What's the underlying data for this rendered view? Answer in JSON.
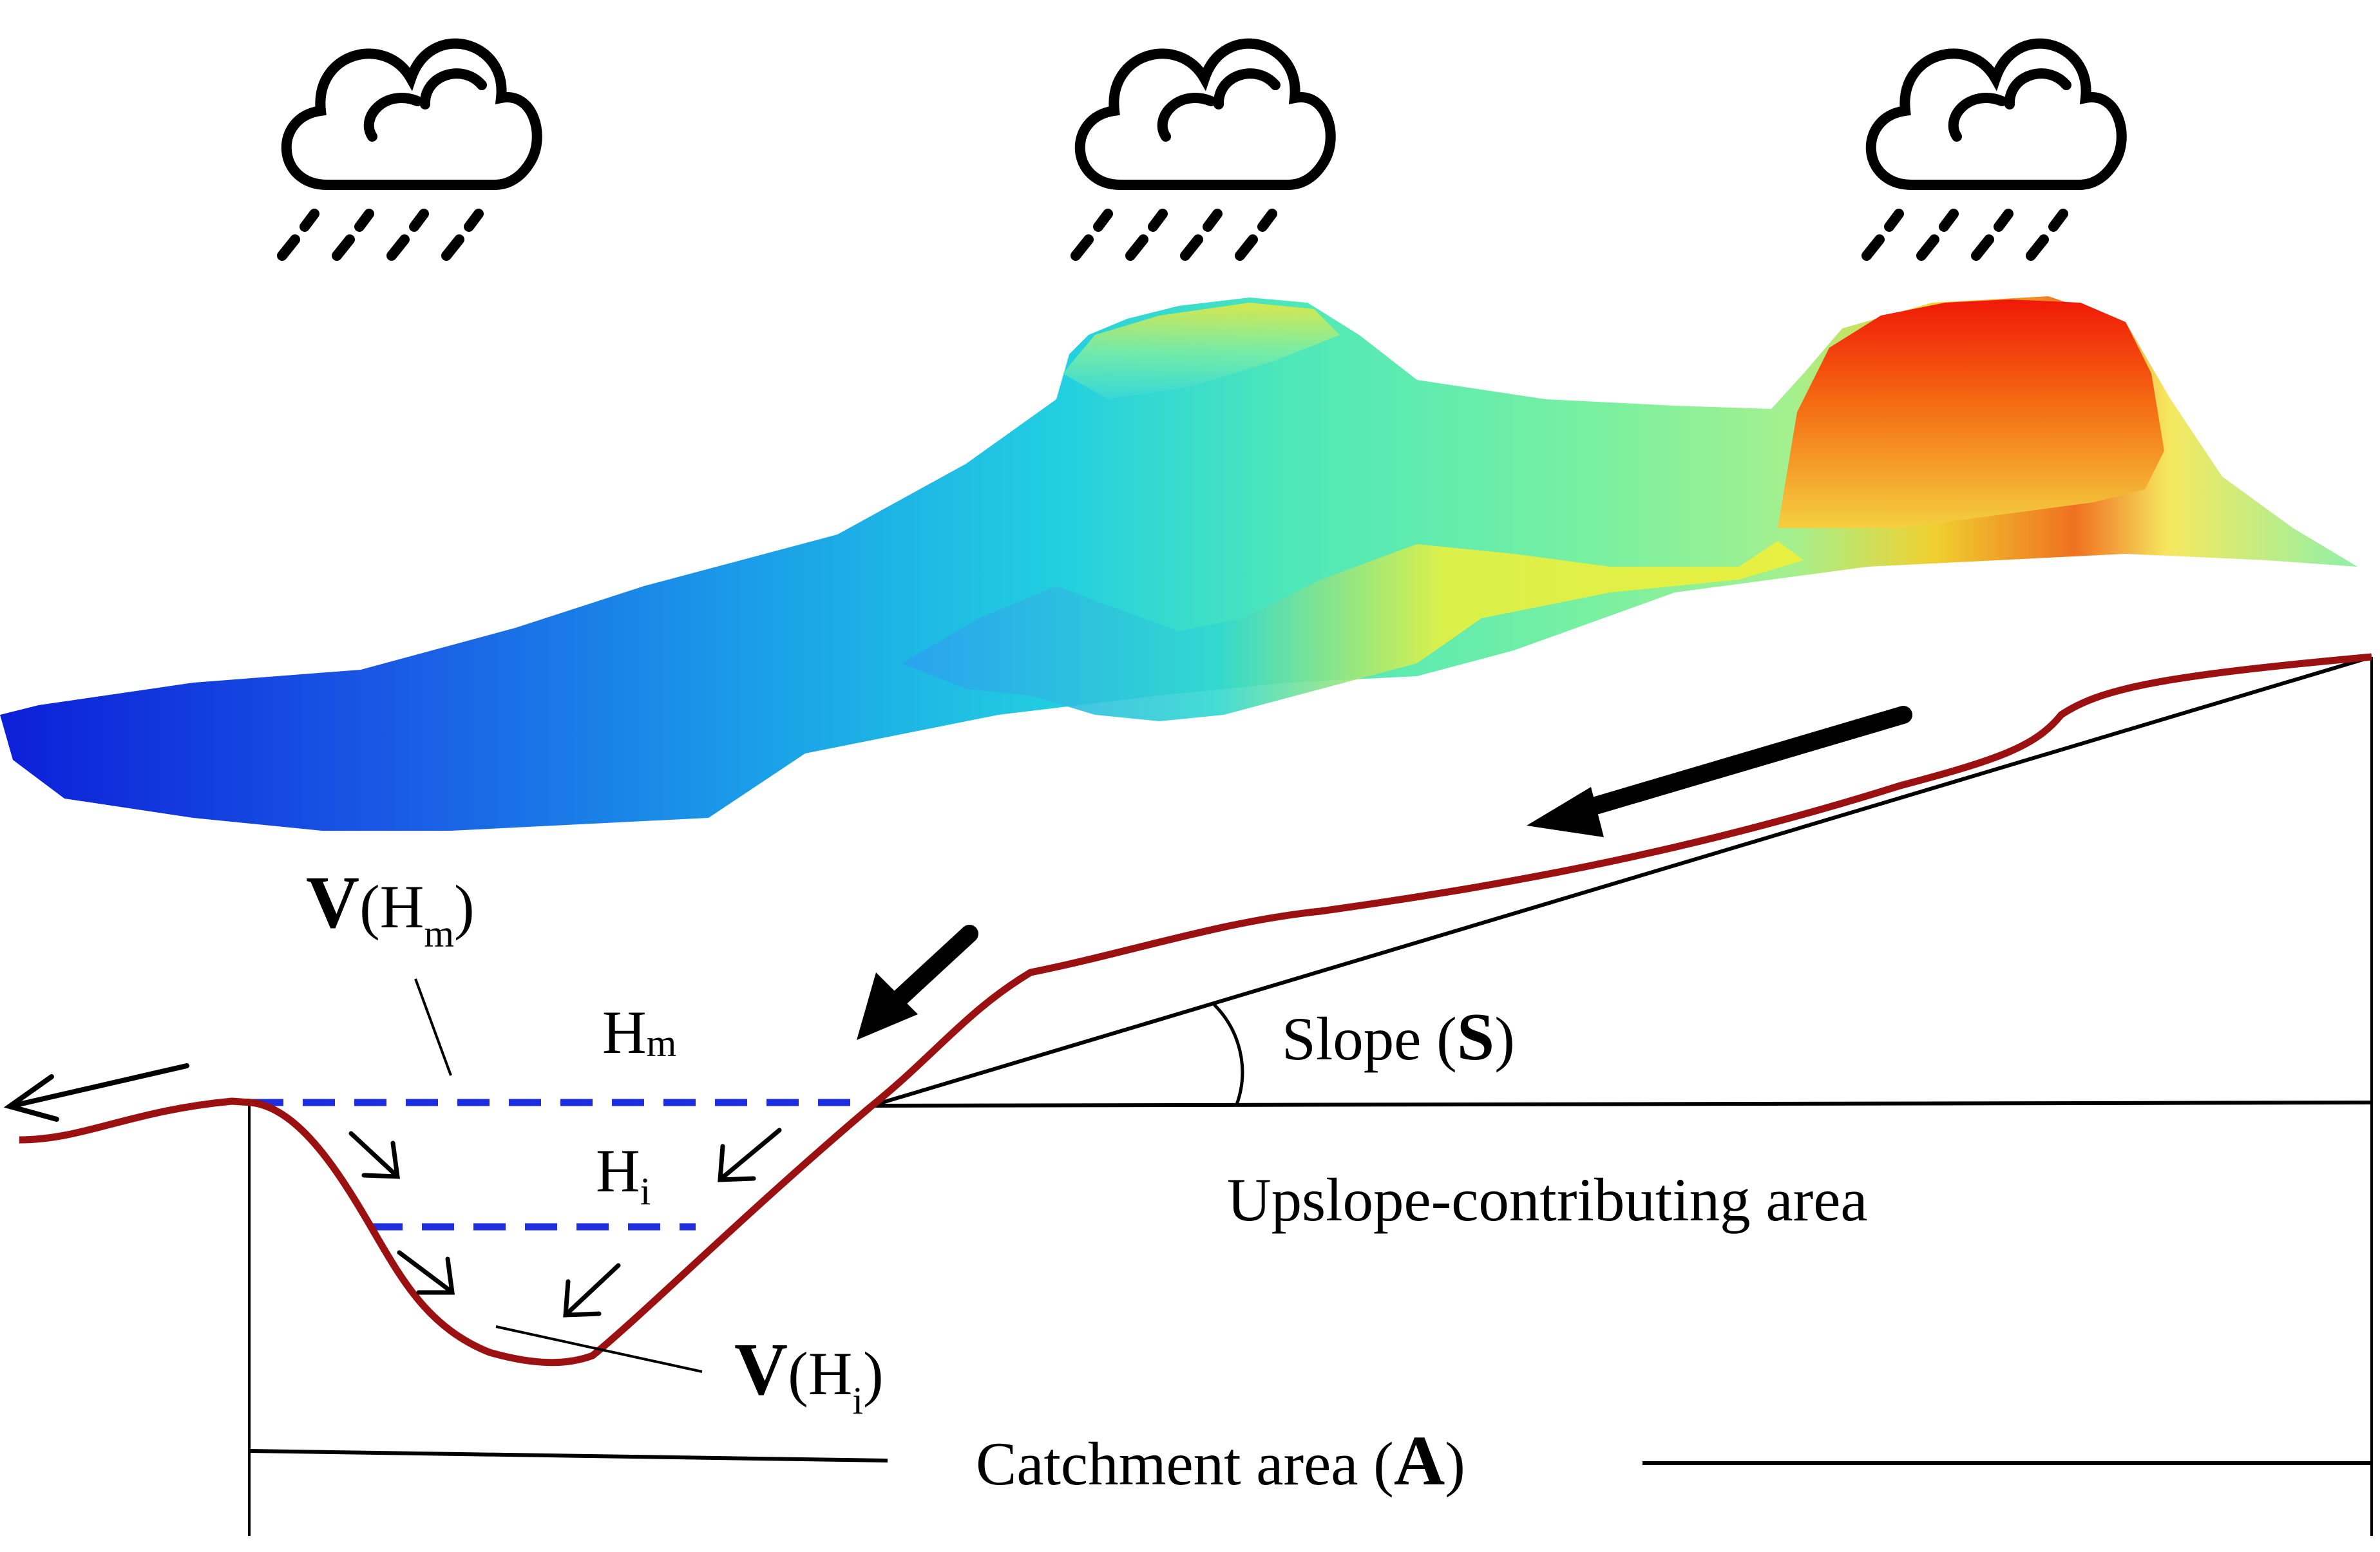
{
  "labels": {
    "v_hm": {
      "v": "V",
      "open": "(H",
      "sub": "m",
      "close": ")"
    },
    "hm": {
      "h": "H",
      "sub": "m"
    },
    "hi": {
      "h": "H",
      "sub": "i"
    },
    "v_hi": {
      "v": "V",
      "open": "(H",
      "sub": "i",
      "close": ")"
    },
    "slope": {
      "text": "Slope (",
      "s": "S",
      "close": ")"
    },
    "upslope": "Upslope-contributing area",
    "catchment": {
      "text": "Catchment area (",
      "a": "A",
      "close": ")"
    }
  },
  "icons": [
    "rain-cloud-icon",
    "rain-cloud-icon",
    "rain-cloud-icon"
  ],
  "colors": {
    "terrain_profile": "#9b1010",
    "water_level": "#1f2fe0",
    "arrows": "#000000",
    "terrain_low": "#1636d8",
    "terrain_mid": "#22d6c0",
    "terrain_high": "#f1f035",
    "terrain_peak": "#f22a10"
  }
}
